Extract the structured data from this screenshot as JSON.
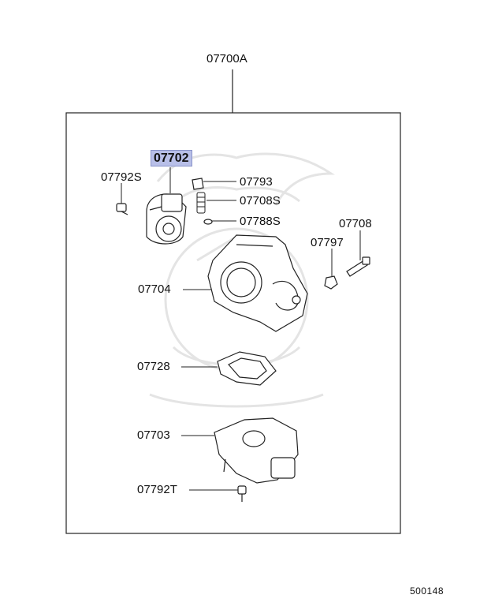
{
  "diagram": {
    "assembly_label": "07700A",
    "highlighted_label": "07702",
    "parts": [
      {
        "id": "bolt_s_upper",
        "label": "07792S"
      },
      {
        "id": "cap",
        "label": "07793"
      },
      {
        "id": "spring",
        "label": "07708S"
      },
      {
        "id": "oring",
        "label": "07788S"
      },
      {
        "id": "bolt_right",
        "label": "07708"
      },
      {
        "id": "nut",
        "label": "07797"
      },
      {
        "id": "throttle_body",
        "label": "07704"
      },
      {
        "id": "gasket",
        "label": "07728"
      },
      {
        "id": "idle_valve",
        "label": "07703"
      },
      {
        "id": "bolt_t_lower",
        "label": "07792T"
      }
    ],
    "diagram_code": "500148",
    "highlight_color": "#b8bfe8"
  }
}
